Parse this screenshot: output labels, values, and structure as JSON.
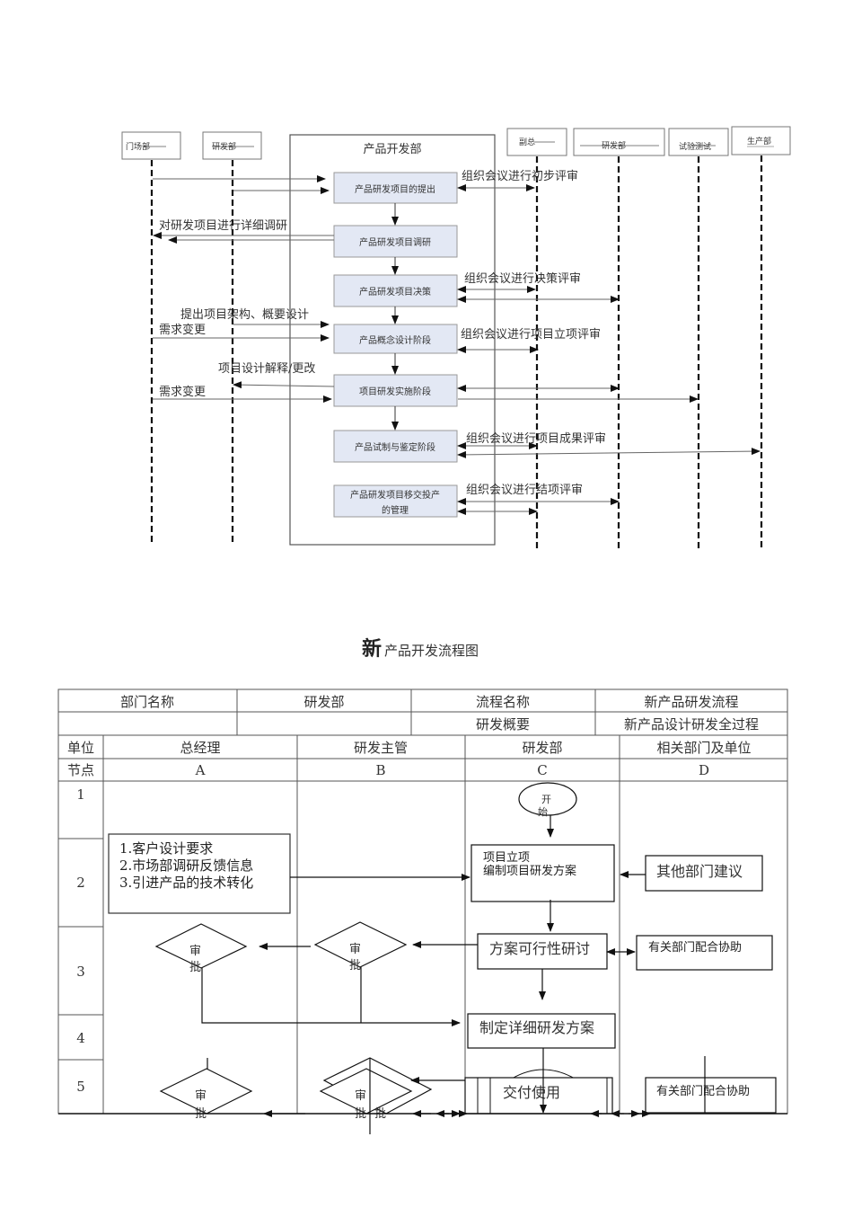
{
  "sequence_diagram": {
    "container_title": "产品开发部",
    "lanes": [
      {
        "id": "market",
        "label": "门场部"
      },
      {
        "id": "rd_left",
        "label": "研发部"
      },
      {
        "id": "vp",
        "label": "副总"
      },
      {
        "id": "rd_right",
        "label": "研发部"
      },
      {
        "id": "test",
        "label": "试验测试"
      },
      {
        "id": "production",
        "label": "生产部"
      }
    ],
    "steps": [
      {
        "label": "产品研发项目的提出"
      },
      {
        "label": "产品研发项目调研"
      },
      {
        "label": "产品研发项目决策"
      },
      {
        "label": "产品概念设计阶段"
      },
      {
        "label": "项目研发实施阶段"
      },
      {
        "label": "产品试制与鉴定阶段"
      },
      {
        "label_line1": "产品研发项目移交投产",
        "label_line2": "的管理"
      }
    ],
    "annotations": {
      "initial_review": "组织会议进行初步评审",
      "detailed_research": "对研发项目进行详细调研",
      "decision_review": "组织会议进行决策评审",
      "architecture": "提出项目架构、概要设计",
      "requirement_change_1": "需求变更",
      "approval_review": "组织会议进行项目立项评审",
      "design_explain": "项目设计解释/更改",
      "requirement_change_2": "需求变更",
      "result_review": "组织会议进行项目成果评审",
      "closing_review": "组织会议进行结项评审"
    }
  },
  "flowchart": {
    "title_first_char": "新",
    "title_rest": "产品开发流程图",
    "header": {
      "dept_name_label": "部门名称",
      "dept_name_value": "研发部",
      "process_name_label": "流程名称",
      "process_name_value": "新产品研发流程",
      "summary_label": "研发概要",
      "summary_value": "新产品设计研发全过程"
    },
    "unit_label": "单位",
    "node_label": "节点",
    "columns": [
      {
        "unit": "总经理",
        "node": "A"
      },
      {
        "unit": "研发主管",
        "node": "B"
      },
      {
        "unit": "研发部",
        "node": "C"
      },
      {
        "unit": "相关部门及单位",
        "node": "D"
      }
    ],
    "rows": [
      "1",
      "2",
      "3",
      "4",
      "5"
    ],
    "shapes": {
      "start_line1": "开",
      "start_line2": "始",
      "inputs_line1": "1.客户设计要求",
      "inputs_line2": "2.市场部调研反馈信息",
      "inputs_line3": "3.引进产品的技术转化",
      "project_line1": "项目立项",
      "project_line2": "编制项目研发方案",
      "other_dept": "其他部门建议",
      "feasibility": "方案可行性研讨",
      "cooperate_1": "有关部门配合协助",
      "approve_line1": "审",
      "approve_line2": "批",
      "detailed_plan": "制定详细研发方案",
      "delivery": "交付使用",
      "cooperate_2": "有关部门配合协助"
    }
  }
}
